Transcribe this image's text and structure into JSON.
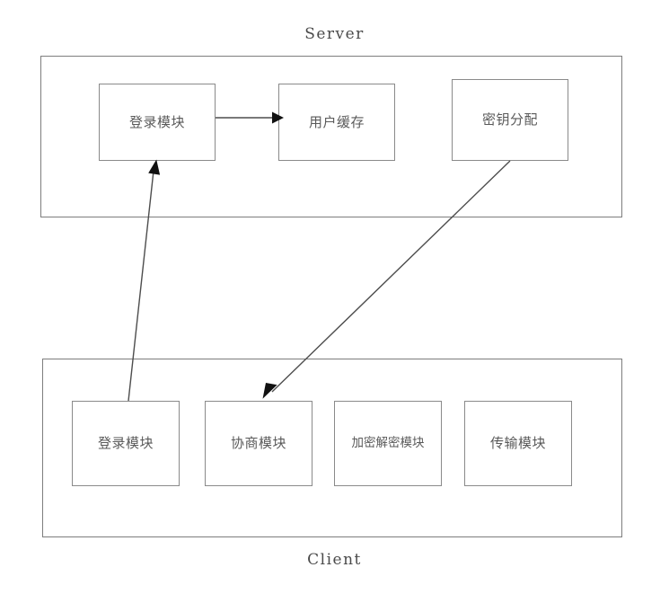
{
  "diagram": {
    "title_top": "Server",
    "title_bottom": "Client",
    "tiers": [
      {
        "id": "server",
        "label": "Server",
        "label_position": "above",
        "modules": [
          {
            "id": "server-login",
            "label": "登录模块"
          },
          {
            "id": "server-cache",
            "label": "用户缓存"
          },
          {
            "id": "server-key",
            "label": "密钥分配"
          }
        ]
      },
      {
        "id": "client",
        "label": "Client",
        "label_position": "below",
        "modules": [
          {
            "id": "client-login",
            "label": "登录模块"
          },
          {
            "id": "client-negot",
            "label": "协商模块"
          },
          {
            "id": "client-crypto",
            "label": "加密解密模块"
          },
          {
            "id": "client-transmit",
            "label": "传输模块"
          }
        ]
      }
    ],
    "connections": [
      {
        "id": "server-login-to-cache",
        "from": "server-login",
        "to": "server-cache",
        "style": "solid",
        "arrowhead": "end"
      },
      {
        "id": "client-login-to-server-login",
        "from": "client-login",
        "to": "server-login",
        "style": "solid",
        "arrowhead": "end"
      },
      {
        "id": "server-key-to-client-negot",
        "from": "server-key",
        "to": "client-negot",
        "style": "solid",
        "arrowhead": "end"
      }
    ],
    "colors": {
      "background": "#ffffff",
      "box_border": "#8a8a8a",
      "container_border": "#7d7d7d",
      "text": "#5a5a5a",
      "tier_text": "#4a4a4a",
      "line": "#4d4d4d",
      "arrowhead": "#111111"
    }
  }
}
